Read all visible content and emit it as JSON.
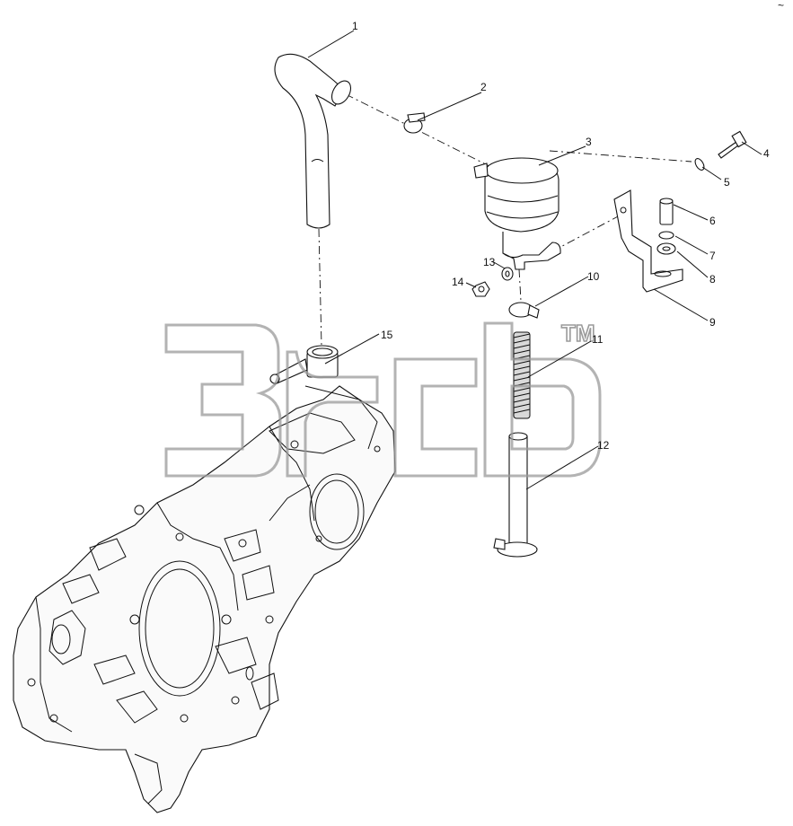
{
  "diagram": {
    "callouts": [
      "1",
      "2",
      "3",
      "4",
      "5",
      "6",
      "7",
      "8",
      "9",
      "10",
      "11",
      "12",
      "13",
      "14",
      "15"
    ],
    "watermark_mark": "TM",
    "corner_mark": "~"
  }
}
